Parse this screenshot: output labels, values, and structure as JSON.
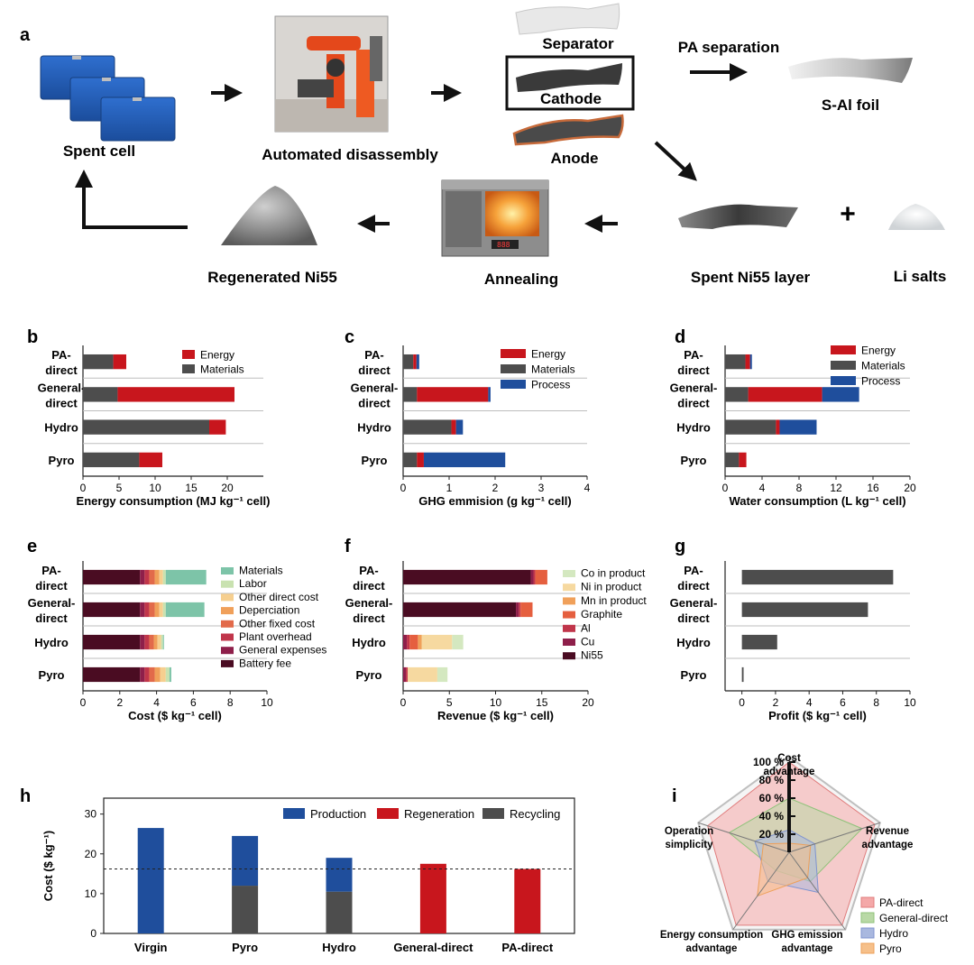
{
  "panel_a": {
    "letter": "a",
    "labels": {
      "spent_cell": "Spent cell",
      "automated_disassembly": "Automated disassembly",
      "separator": "Separator",
      "cathode": "Cathode",
      "anode": "Anode",
      "pa_separation": "PA separation",
      "s_al_foil": "S-Al foil",
      "spent_ni55_layer": "Spent Ni55 layer",
      "li_salts": "Li salts",
      "annealing": "Annealing",
      "regenerated_ni55": "Regenerated Ni55",
      "plus": "+"
    },
    "icons": [
      "battery-cells-icon",
      "robot-arm-photo",
      "separator-sheet-icon",
      "cathode-sheet-icon",
      "anode-sheet-icon",
      "al-foil-icon",
      "ni55-layer-icon",
      "li-salts-icon",
      "furnace-icon",
      "powder-pile-icon"
    ]
  },
  "colors": {
    "energy": "#c8161d",
    "materials": "#4d4d4d",
    "process": "#1f4e9c",
    "production": "#1f4e9c",
    "regeneration": "#c8161d",
    "recycling": "#4d4d4d",
    "cost_materials": "#7dc4a8",
    "cost_labor": "#c9e2b0",
    "cost_other_direct": "#f6cf8f",
    "cost_depreciation": "#f0a05a",
    "cost_other_fixed": "#e26a4a",
    "cost_plant_overhead": "#c0354a",
    "cost_general_expenses": "#8e1f4a",
    "cost_battery_fee": "#4a0c22",
    "rev_co": "#d4e8c0",
    "rev_ni": "#f6d9a0",
    "rev_mn": "#f0a05a",
    "rev_graphite": "#e55f3f",
    "rev_al": "#c0354a",
    "rev_cu": "#8e1f4a",
    "rev_ni55": "#4a0c22",
    "profit": "#4d4d4d",
    "radar_pa": "#f4a8a8",
    "radar_general": "#b9d9a6",
    "radar_hydro": "#a9b8df",
    "radar_pyro": "#f6c08a"
  },
  "chart_data": [
    {
      "id": "b",
      "letter": "b",
      "type": "bar",
      "orientation": "horizontal",
      "stacked": true,
      "categories": [
        "PA-\ndirect",
        "General-\ndirect",
        "Hydro",
        "Pyro"
      ],
      "series": [
        {
          "name": "Materials",
          "values": [
            4.2,
            4.8,
            17.5,
            7.8
          ]
        },
        {
          "name": "Energy",
          "values": [
            1.8,
            16.2,
            2.3,
            3.2
          ]
        }
      ],
      "xlabel": "Energy consumption (MJ kg⁻¹ cell)",
      "xlim": [
        0,
        25
      ],
      "xticks": [
        0,
        5,
        10,
        15,
        20
      ],
      "legend": [
        "Energy",
        "Materials"
      ],
      "legend_position": "top-right"
    },
    {
      "id": "c",
      "letter": "c",
      "type": "bar",
      "orientation": "horizontal",
      "stacked": true,
      "categories": [
        "PA-\ndirect",
        "General-\ndirect",
        "Hydro",
        "Pyro"
      ],
      "series": [
        {
          "name": "Materials",
          "values": [
            0.22,
            0.3,
            1.05,
            0.3
          ]
        },
        {
          "name": "Energy",
          "values": [
            0.07,
            1.55,
            0.1,
            0.15
          ]
        },
        {
          "name": "Process",
          "values": [
            0.06,
            0.05,
            0.15,
            1.77
          ]
        }
      ],
      "xlabel": "GHG emmision  (g kg⁻¹ cell)",
      "xlim": [
        0,
        4
      ],
      "xticks": [
        0,
        1,
        2,
        3,
        4
      ],
      "legend": [
        "Energy",
        "Materials",
        "Process"
      ],
      "legend_position": "top-right"
    },
    {
      "id": "d",
      "letter": "d",
      "type": "bar",
      "orientation": "horizontal",
      "stacked": true,
      "categories": [
        "PA-\ndirect",
        "General-\ndirect",
        "Hydro",
        "Pyro"
      ],
      "series": [
        {
          "name": "Materials",
          "values": [
            2.2,
            2.5,
            5.5,
            1.5
          ]
        },
        {
          "name": "Energy",
          "values": [
            0.5,
            8.0,
            0.4,
            0.8
          ]
        },
        {
          "name": "Process",
          "values": [
            0.2,
            4.0,
            4.0,
            0.0
          ]
        }
      ],
      "xlabel": "Water consumption  (L kg⁻¹ cell)",
      "xlim": [
        0,
        20
      ],
      "xticks": [
        0,
        4,
        8,
        12,
        16,
        20
      ],
      "legend": [
        "Energy",
        "Materials",
        "Process"
      ],
      "legend_position": "top-right"
    },
    {
      "id": "e",
      "letter": "e",
      "type": "bar",
      "orientation": "horizontal",
      "stacked": true,
      "categories": [
        "PA-\ndirect",
        "General-\ndirect",
        "Hydro",
        "Pyro"
      ],
      "series": [
        {
          "name": "Battery fee",
          "values": [
            3.1,
            3.1,
            3.1,
            3.1
          ]
        },
        {
          "name": "General expenses",
          "values": [
            0.25,
            0.25,
            0.25,
            0.25
          ]
        },
        {
          "name": "Plant overhead",
          "values": [
            0.25,
            0.25,
            0.25,
            0.25
          ]
        },
        {
          "name": "Other fixed cost",
          "values": [
            0.3,
            0.3,
            0.25,
            0.3
          ]
        },
        {
          "name": "Depreciation",
          "values": [
            0.25,
            0.25,
            0.2,
            0.3
          ]
        },
        {
          "name": "Other direct cost",
          "values": [
            0.2,
            0.2,
            0.2,
            0.3
          ]
        },
        {
          "name": "Labor",
          "values": [
            0.15,
            0.15,
            0.1,
            0.2
          ]
        },
        {
          "name": "Materials",
          "values": [
            2.2,
            2.1,
            0.05,
            0.1
          ]
        }
      ],
      "xlabel": "Cost  ($ kg⁻¹ cell)",
      "xlim": [
        0,
        10
      ],
      "xticks": [
        0,
        2,
        4,
        6,
        8,
        10
      ],
      "legend": [
        "Materials",
        "Labor",
        "Other direct cost",
        "Deperciation",
        "Other fixed cost",
        "Plant overhead",
        "General expenses",
        "Battery fee"
      ],
      "legend_position": "right"
    },
    {
      "id": "f",
      "letter": "f",
      "type": "bar",
      "orientation": "horizontal",
      "stacked": true,
      "categories": [
        "PA-\ndirect",
        "General-\ndirect",
        "Hydro",
        "Pyro"
      ],
      "series": [
        {
          "name": "Ni55",
          "values": [
            13.8,
            12.2,
            0,
            0
          ]
        },
        {
          "name": "Cu",
          "values": [
            0.3,
            0.3,
            0.4,
            0.3
          ]
        },
        {
          "name": "Al",
          "values": [
            0.2,
            0.2,
            0.3,
            0.2
          ]
        },
        {
          "name": "Graphite",
          "values": [
            1.3,
            1.3,
            0.9,
            0
          ]
        },
        {
          "name": "Mn in product",
          "values": [
            0,
            0,
            0.4,
            0
          ]
        },
        {
          "name": "Ni in product",
          "values": [
            0,
            0,
            3.3,
            3.2
          ]
        },
        {
          "name": "Co in product",
          "values": [
            0,
            0,
            1.2,
            1.1
          ]
        }
      ],
      "xlabel": "Revenue  ($ kg⁻¹ cell)",
      "xlim": [
        0,
        20
      ],
      "xticks": [
        0,
        5,
        10,
        15,
        20
      ],
      "legend": [
        "Co in product",
        "Ni in product",
        "Mn in product",
        "Graphite",
        "Al",
        "Cu",
        "Ni55"
      ],
      "legend_position": "right"
    },
    {
      "id": "g",
      "letter": "g",
      "type": "bar",
      "orientation": "horizontal",
      "categories": [
        "PA-\ndirect",
        "General-\ndirect",
        "Hydro",
        "Pyro"
      ],
      "values": [
        9.0,
        7.5,
        2.1,
        0.1
      ],
      "xlabel": "Profit  ($ kg⁻¹ cell)",
      "xlim": [
        -1,
        10
      ],
      "xticks": [
        0,
        2,
        4,
        6,
        8,
        10
      ]
    },
    {
      "id": "h",
      "letter": "h",
      "type": "bar",
      "orientation": "vertical",
      "stacked": true,
      "categories": [
        "Virgin",
        "Pyro",
        "Hydro",
        "General-direct",
        "PA-direct"
      ],
      "series": [
        {
          "name": "Recycling",
          "values": [
            0,
            12.0,
            10.5,
            0,
            0
          ]
        },
        {
          "name": "Production",
          "values": [
            26.5,
            12.5,
            8.5,
            0,
            0
          ]
        },
        {
          "name": "Regeneration",
          "values": [
            0,
            0,
            0,
            17.5,
            16.2
          ]
        }
      ],
      "ylabel": "Cost ($ kg⁻¹)",
      "ylim": [
        0,
        34
      ],
      "yticks": [
        0,
        10,
        20,
        30
      ],
      "reference_line": 16.2,
      "legend": [
        "Production",
        "Regeneration",
        "Recycling"
      ],
      "legend_position": "top-right"
    },
    {
      "id": "i",
      "letter": "i",
      "type": "radar",
      "axes": [
        "Cost\nadvantage",
        "Revenue\nadvantage",
        "GHG emission\nadvantage",
        "Energy consumption\nadvantage",
        "Operation\nsimplicity"
      ],
      "rtick_labels": [
        "20 %",
        "40 %",
        "60 %",
        "80 %",
        "100 %"
      ],
      "series": [
        {
          "name": "PA-direct",
          "values": [
            100,
            100,
            100,
            100,
            95
          ]
        },
        {
          "name": "General-direct",
          "values": [
            60,
            85,
            40,
            25,
            70
          ]
        },
        {
          "name": "Hydro",
          "values": [
            25,
            30,
            55,
            40,
            40
          ]
        },
        {
          "name": "Pyro",
          "values": [
            10,
            25,
            35,
            60,
            30
          ]
        }
      ],
      "legend_position": "bottom-right"
    }
  ]
}
